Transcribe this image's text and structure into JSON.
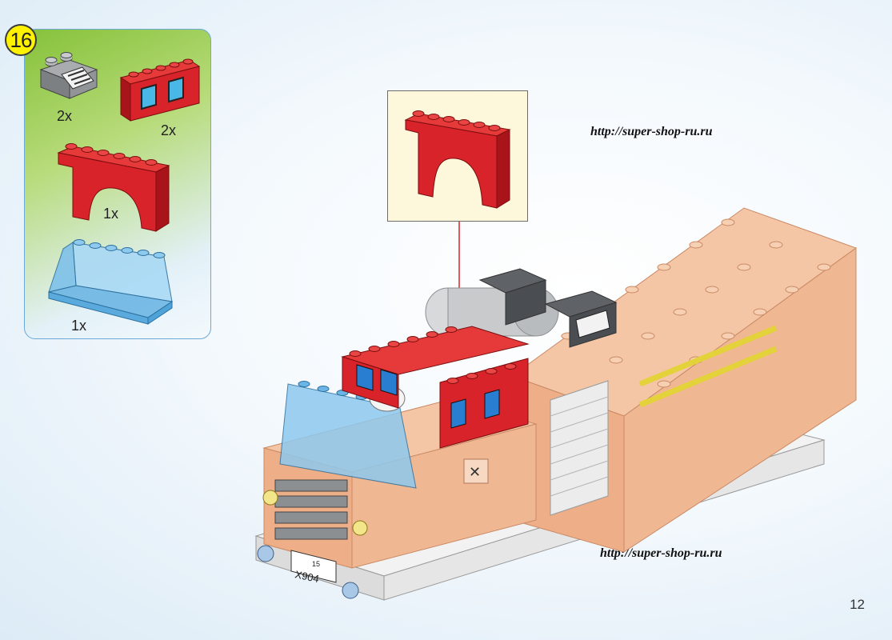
{
  "step": {
    "number": "16"
  },
  "parts": [
    {
      "name": "slope-grille-brick",
      "quantity": "2x",
      "color": "#8a8d90"
    },
    {
      "name": "red-window-wall",
      "quantity": "2x",
      "color": "#d8232a"
    },
    {
      "name": "red-arch-brick",
      "quantity": "1x",
      "color": "#d8232a"
    },
    {
      "name": "transparent-blue-windshield",
      "quantity": "1x",
      "color": "#8ec9ee"
    }
  ],
  "callout": {
    "part": "red-arch-brick"
  },
  "watermarks": [
    "http://super-shop-ru.ru",
    "http://super-shop-ru.ru"
  ],
  "truck": {
    "plate_top": "15",
    "plate_main": "X904"
  },
  "page": {
    "number": "12"
  }
}
